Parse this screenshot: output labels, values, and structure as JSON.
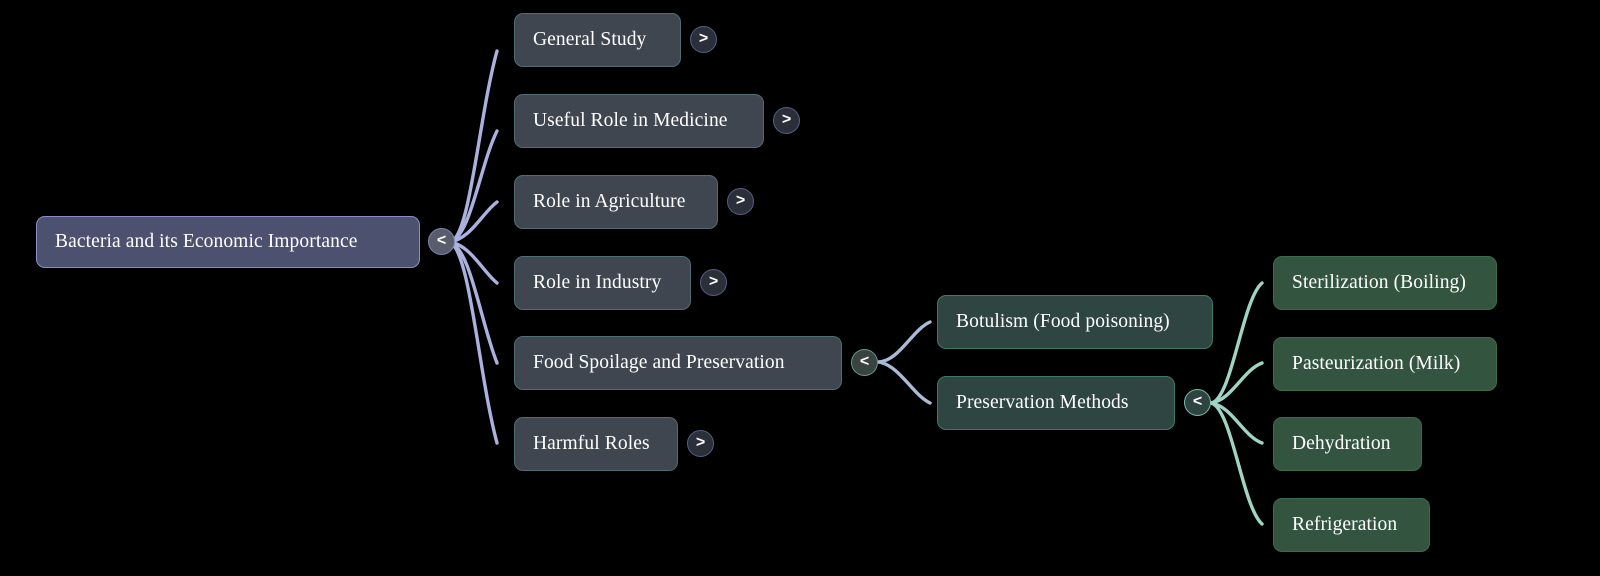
{
  "diagram": {
    "type": "mindmap",
    "background_color": "#000000",
    "title": "Bacteria and its Economic Importance",
    "link_colors": {
      "level1": "#b3bbe8",
      "level2": "#b3c6e0",
      "level3": "#a8e0cf"
    },
    "node_colors": {
      "root_fill": "#4d5170",
      "root_border": "#8a90c4",
      "branch_fill": "#3f4650",
      "branch_border": "#4f6d72",
      "green_dark_fill": "#2f4541",
      "green_leaf_fill": "#33553f",
      "text": "#ffffff"
    },
    "toggle_glyphs": {
      "collapse": "<",
      "expand": ">"
    },
    "root": {
      "label": "Bacteria and its Economic Importance",
      "toggle": "<",
      "toggle_state": "expanded"
    },
    "branches": [
      {
        "label": "General Study",
        "toggle": ">",
        "toggle_state": "collapsed"
      },
      {
        "label": "Useful Role in Medicine",
        "toggle": ">",
        "toggle_state": "collapsed"
      },
      {
        "label": "Role in Agriculture",
        "toggle": ">",
        "toggle_state": "collapsed"
      },
      {
        "label": "Role in Industry",
        "toggle": ">",
        "toggle_state": "collapsed"
      },
      {
        "label": "Food Spoilage and Preservation",
        "toggle": "<",
        "toggle_state": "expanded"
      },
      {
        "label": "Harmful Roles",
        "toggle": ">",
        "toggle_state": "collapsed"
      }
    ],
    "subbranches": [
      {
        "label": "Botulism (Food poisoning)",
        "toggle": "",
        "toggle_state": "leaf"
      },
      {
        "label": "Preservation Methods",
        "toggle": "<",
        "toggle_state": "expanded"
      }
    ],
    "leaves": [
      {
        "label": "Sterilization (Boiling)"
      },
      {
        "label": "Pasteurization (Milk)"
      },
      {
        "label": "Dehydration"
      },
      {
        "label": "Refrigeration"
      }
    ]
  }
}
